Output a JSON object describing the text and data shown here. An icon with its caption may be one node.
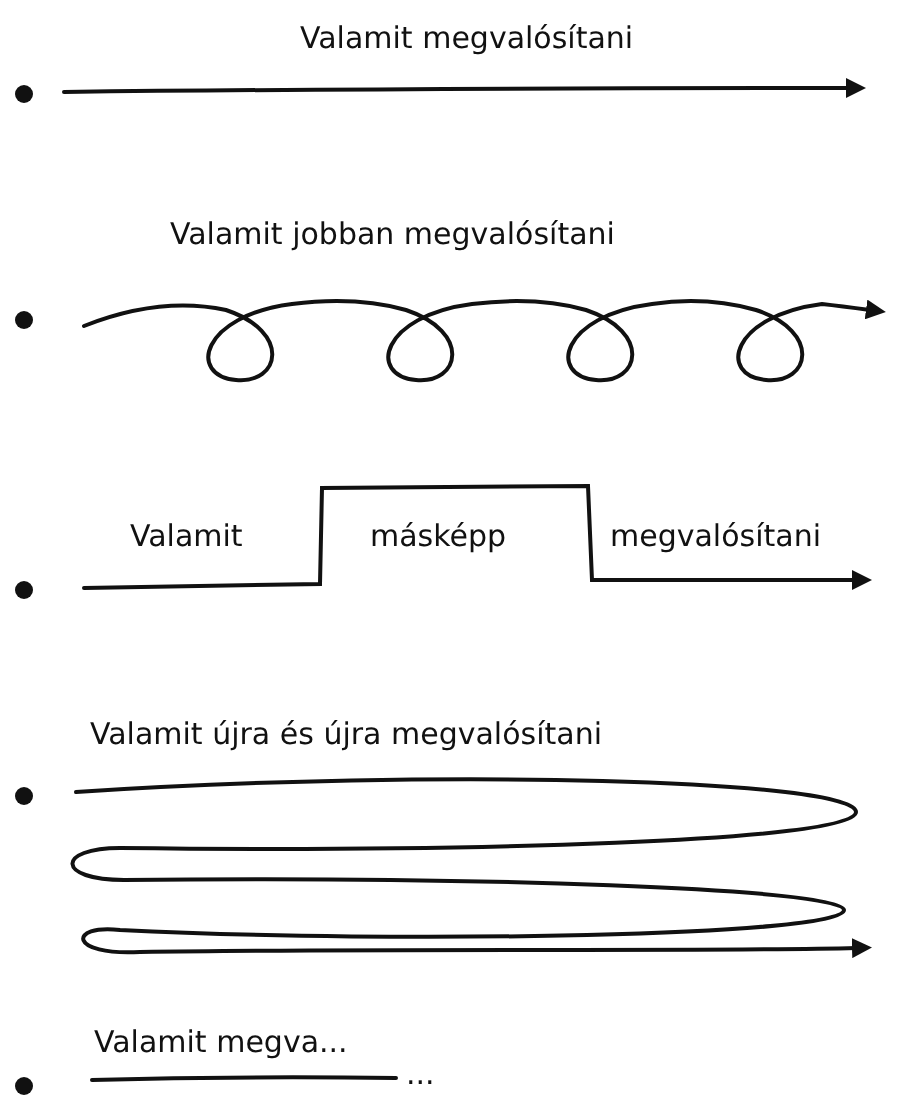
{
  "diagram": {
    "labels": [
      "Valamit megvalósítani",
      "Valamit jobban megvalósítani",
      "Valamit",
      "másképp",
      "megvalósítani",
      "Valamit újra és újra megvalósítani",
      "Valamit megva...",
      "..."
    ]
  }
}
